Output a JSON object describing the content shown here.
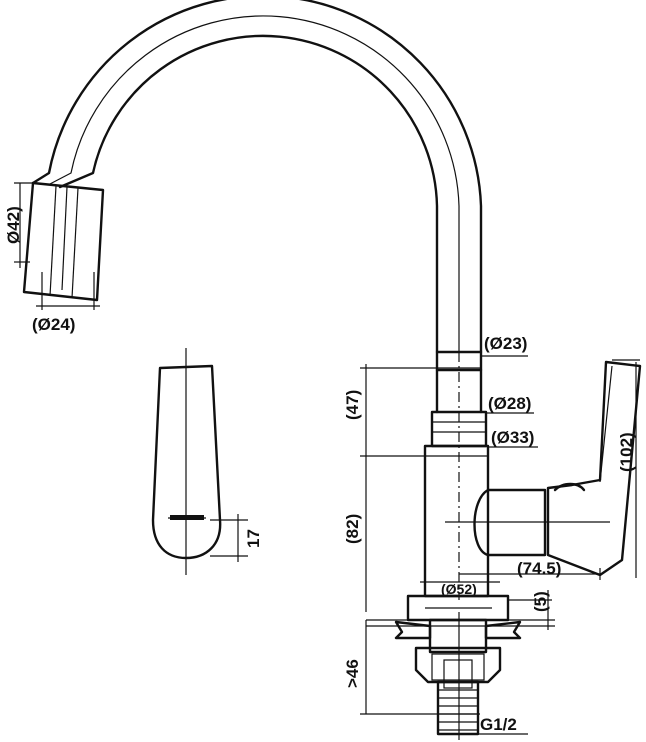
{
  "labels": {
    "spout_outer_dia": "Ø42)",
    "spout_inner_dia": "(Ø24)",
    "tube_dia": "(Ø23)",
    "collar_dia": "(Ø28)",
    "body_dia": "(Ø33)",
    "upper_height": "(47)",
    "body_height": "(82)",
    "lever_height": "(102)",
    "lever_reach": "(74.5)",
    "base_dia": "(Ø52)",
    "base_thickness": "(5)",
    "handle_offset": "17",
    "deck_thickness": ">46",
    "thread": "G1/2"
  }
}
